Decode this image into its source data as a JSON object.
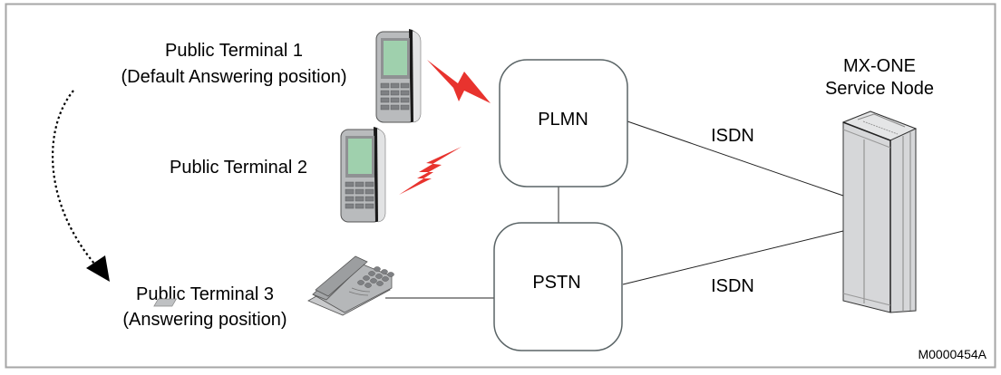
{
  "diagram": {
    "terminals": [
      {
        "name": "Public Terminal 1",
        "role": "(Default Answering position)",
        "device": "mobile-phone"
      },
      {
        "name": "Public Terminal 2",
        "role": "",
        "device": "mobile-phone"
      },
      {
        "name": "Public Terminal 3",
        "role": "(Answering position)",
        "device": "desk-phone"
      }
    ],
    "networks": {
      "plmn": "PLMN",
      "pstn": "PSTN"
    },
    "server": {
      "line1": "MX-ONE",
      "line2": "Service Node"
    },
    "links": {
      "plmn_to_server": "ISDN",
      "pstn_to_server": "ISDN"
    },
    "figure_id": "M0000454A",
    "colors": {
      "wireless": "#e8332e",
      "screen": "#9fd0ad",
      "device_body": "#b9bbbd",
      "cabinet": "#d6d7d9",
      "frame": "#a6a6a6",
      "box_stroke": "#5a6466"
    }
  }
}
